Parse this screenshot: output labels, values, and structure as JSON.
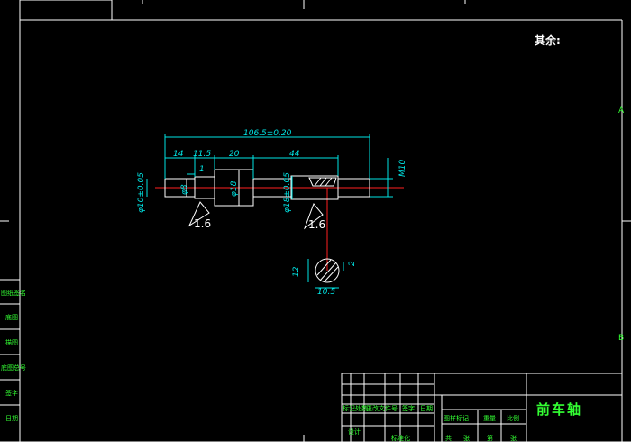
{
  "note": "其余:",
  "zones": {
    "a": "A",
    "b": "B"
  },
  "dims": {
    "overall": "106.5±0.20",
    "seg1": "14",
    "seg2": "11.5",
    "seg3": "20",
    "seg4": "44",
    "step": "1",
    "dia_left": "φ10±0.05",
    "dia_small": "φ8",
    "dia_mid": "φ18",
    "dia_right": "φ18±0.05",
    "thread": "M10",
    "section_h": "12",
    "section_w": "10.5",
    "section_key": "2"
  },
  "roughness": [
    "1.6",
    "1.6"
  ],
  "left_table": [
    "图纸签名",
    "底图",
    "描图",
    "底图总号",
    "签字",
    "日期"
  ],
  "title_block": {
    "drawing_name": "前车轴",
    "row1": [
      "标记处数",
      "更改文件号",
      "签字",
      "日期"
    ],
    "row2": [
      "图样标记",
      "重量",
      "比例"
    ],
    "row3": [
      "设计",
      "标准化",
      "共",
      "张",
      "第",
      "张"
    ]
  },
  "colors": {
    "cyan": "#00e5e5",
    "white": "#ffffff",
    "red": "#ff2020",
    "green": "#33ff33",
    "bg": "#000000"
  }
}
